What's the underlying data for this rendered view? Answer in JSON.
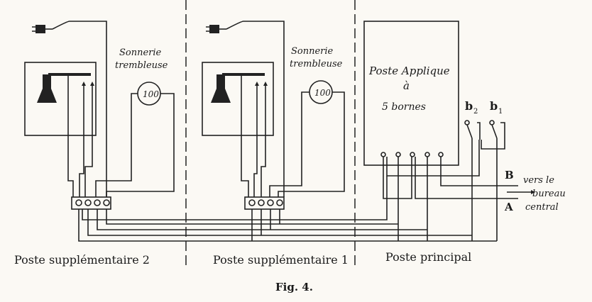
{
  "figure": {
    "caption": "Fig. 4.",
    "stations": [
      {
        "label": "Poste supplémentaire 2",
        "bell_label_1": "Sonnerie",
        "bell_label_2": "trembleuse",
        "bell_value": "100"
      },
      {
        "label": "Poste supplémentaire 1",
        "bell_label_1": "Sonnerie",
        "bell_label_2": "trembleuse",
        "bell_value": "100"
      },
      {
        "label": "Poste principal"
      }
    ],
    "main_box": {
      "line1": "Poste Applique",
      "line2": "à",
      "line3": "5 bornes"
    },
    "switches": {
      "b2": "b",
      "b2_sub": "2",
      "b1": "b",
      "b1_sub": "1"
    },
    "line_labels": {
      "B": "B",
      "A": "A",
      "dest1": "vers le",
      "dest2": "bureau",
      "dest3": "central"
    }
  }
}
